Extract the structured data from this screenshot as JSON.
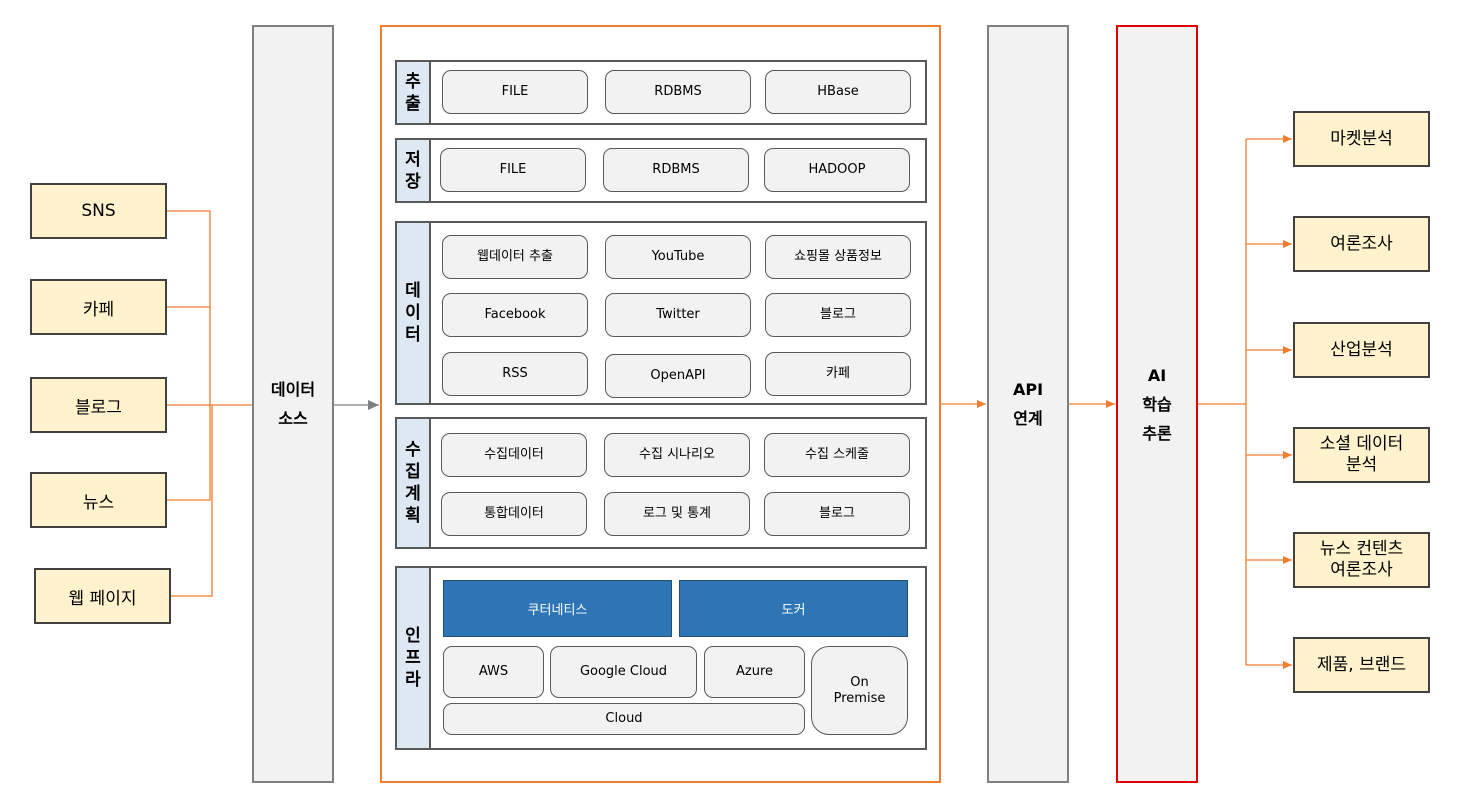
{
  "sources": [
    "SNS",
    "카페",
    "블로그",
    "뉴스",
    "웹 페이지"
  ],
  "data_source": {
    "line1": "데이터",
    "line2": "소스"
  },
  "api": {
    "line1": "API",
    "line2": "연계"
  },
  "ai": {
    "line1": "AI",
    "line2": "학습",
    "line3": "추론"
  },
  "sections": {
    "extract": {
      "label": [
        "추",
        "출"
      ],
      "items": [
        "FILE",
        "RDBMS",
        "HBase"
      ]
    },
    "storage": {
      "label": [
        "저",
        "장"
      ],
      "items": [
        "FILE",
        "RDBMS",
        "HADOOP"
      ]
    },
    "data": {
      "label": [
        "데",
        "이",
        "터"
      ],
      "items": [
        "웹데이터 추출",
        "YouTube",
        "쇼핑몰 상품정보",
        "Facebook",
        "Twitter",
        "블로그",
        "RSS",
        "OpenAPI",
        "카페"
      ]
    },
    "collection": {
      "label": [
        "수",
        "집",
        "계",
        "획"
      ],
      "items": [
        "수집데이터",
        "수집 시나리오",
        "수집 스케줄",
        "통합데이터",
        "로그 및 통계",
        "블로그"
      ]
    },
    "infra": {
      "label": [
        "인",
        "프",
        "라"
      ],
      "top": [
        "쿠터네티스",
        "도커"
      ],
      "clouds": [
        "AWS",
        "Google Cloud",
        "Azure"
      ],
      "onprem": [
        "On",
        "Premise"
      ],
      "cloud": "Cloud"
    }
  },
  "outputs": [
    [
      "마켓분석"
    ],
    [
      "여론조사"
    ],
    [
      "산업분석"
    ],
    [
      "소셜 데이터",
      "분석"
    ],
    [
      "뉴스 컨텐츠",
      "여론조사"
    ],
    [
      "제품, 브랜드"
    ]
  ],
  "colors": {
    "connector": "#ed7d31",
    "arrow_gray": "#7f7f7f",
    "ai_border": "#e00000",
    "label_bg": "#dde8f3",
    "infra_blue": "#2e75b6"
  }
}
